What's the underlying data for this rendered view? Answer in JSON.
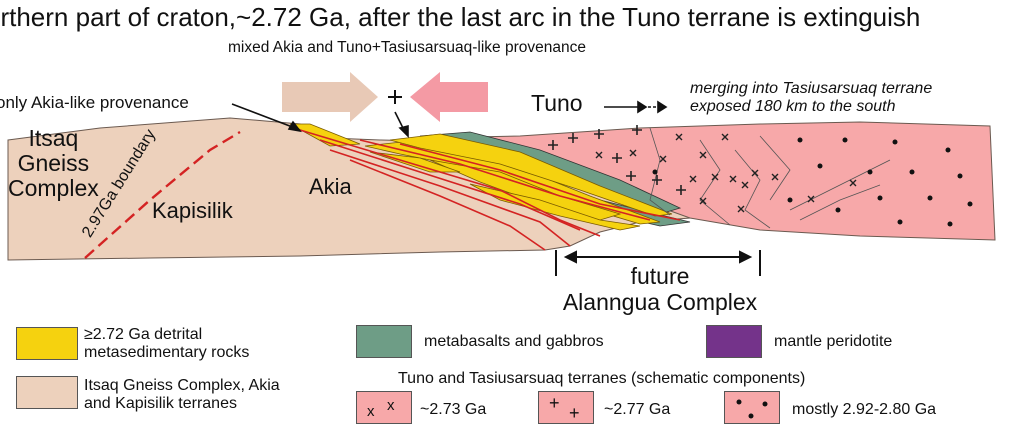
{
  "title": "orthern part of craton,~2.72 Ga, after the last arc in the Tuno terrane is extinguish",
  "provenance_note": "mixed Akia and Tuno+Tasiusarsuaq-like provenance",
  "only_akia_label": "only Akia-like provenance",
  "units": {
    "itsaq_line1": "Itsaq",
    "itsaq_line2": "Gneiss",
    "itsaq_line3": "Complex",
    "kapisilik": "Kapisilik",
    "akia": "Akia",
    "tuno": "Tuno",
    "boundary": "2.97Ga boundary"
  },
  "merging_note_line1": "merging into Tasiusarsuaq terrane",
  "merging_note_line2": "exposed 180 km to the south",
  "future_label_line1": "future",
  "future_label_line2": "Alanngua Complex",
  "legend": {
    "detrital_line1": "≥2.72 Ga detrital",
    "detrital_line2": "metasedimentary rocks",
    "gneiss_line1": "Itsaq Gneiss Complex, Akia",
    "gneiss_line2": "and Kapisilik terranes",
    "metabasalt": "metabasalts and gabbros",
    "peridotite": "mantle peridotite",
    "tuno_header": "Tuno and Tasiusarsuaq terranes (schematic components)",
    "x_age": "~2.73 Ga",
    "plus_age": "~2.77 Ga",
    "dot_age": "mostly 2.92-2.80 Ga",
    "x_symbol": "x",
    "plus_symbol": "+"
  },
  "colors": {
    "detrital": "#f5d20f",
    "gneiss": "#edd1bc",
    "metabasalt": "#6e9d86",
    "peridotite": "#74338a",
    "tuno_pink": "#f7a8a9",
    "red_line": "#d42323",
    "arrow_tan": "#e8c9b6",
    "arrow_pink": "#f49aa4"
  }
}
